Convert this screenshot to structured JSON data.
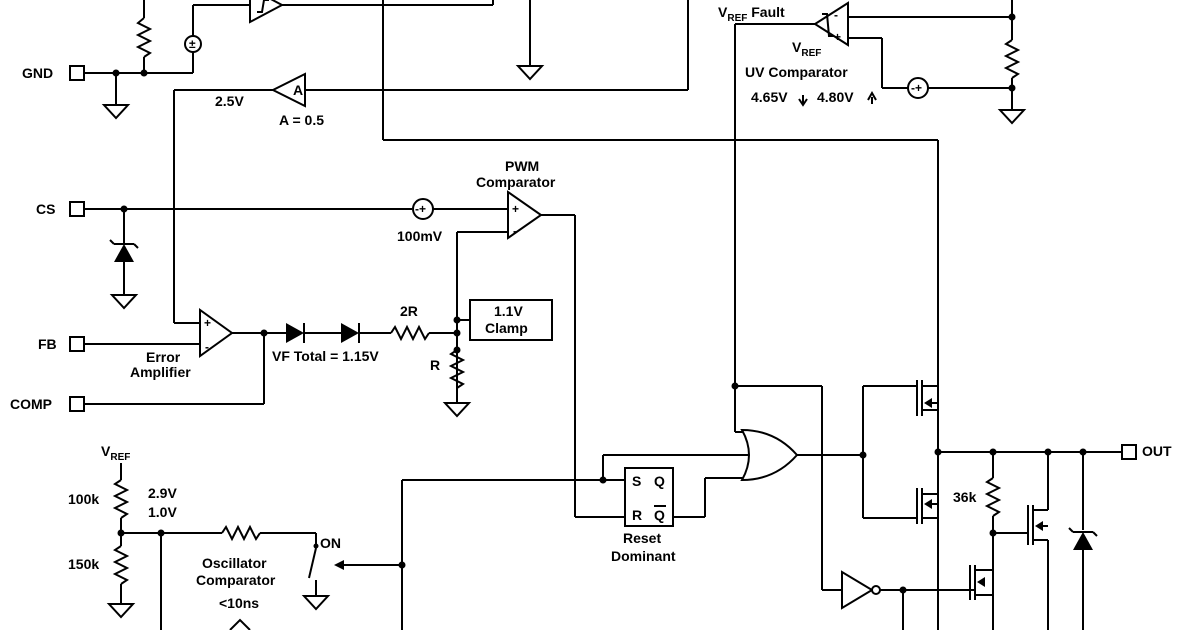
{
  "pins": {
    "gnd": "GND",
    "cs": "CS",
    "fb": "FB",
    "comp": "COMP",
    "out": "OUT"
  },
  "labels": {
    "vref_fault_v": "V",
    "vref_fault_sub": "REF",
    "vref_fault_tail": " Fault",
    "vref_uv_v": "V",
    "vref_uv_sub": "REF",
    "uv_comparator": "UV Comparator",
    "uv_thresholds": "4.65V",
    "uv_thresholds_2": "4.80V",
    "ref_2v5": "2.5V",
    "gain": "A = 0.5",
    "gain_symbol": "A",
    "pwm_line1": "PWM",
    "pwm_line2": "Comparator",
    "offset_100mv": "100mV",
    "clamp_line1": "1.1V",
    "clamp_line2": "Clamp",
    "res_2r": "2R",
    "res_r": "R",
    "error_line1": "Error",
    "error_line2": "Amplifier",
    "vf_total": "VF Total = 1.15V",
    "vref_osc_v": "V",
    "vref_osc_sub": "REF",
    "res_100k": "100k",
    "res_150k": "150k",
    "osc_2v9": "2.9V",
    "osc_1v0": "1.0V",
    "osc_line1": "Oscillator",
    "osc_line2": "Comparator",
    "osc_line3": "<10ns",
    "switch_on": "ON",
    "latch_s": "S",
    "latch_q": "Q",
    "latch_r": "R",
    "latch_qbar": "Q",
    "reset_line1": "Reset",
    "reset_line2": "Dominant",
    "res_36k": "36k"
  }
}
